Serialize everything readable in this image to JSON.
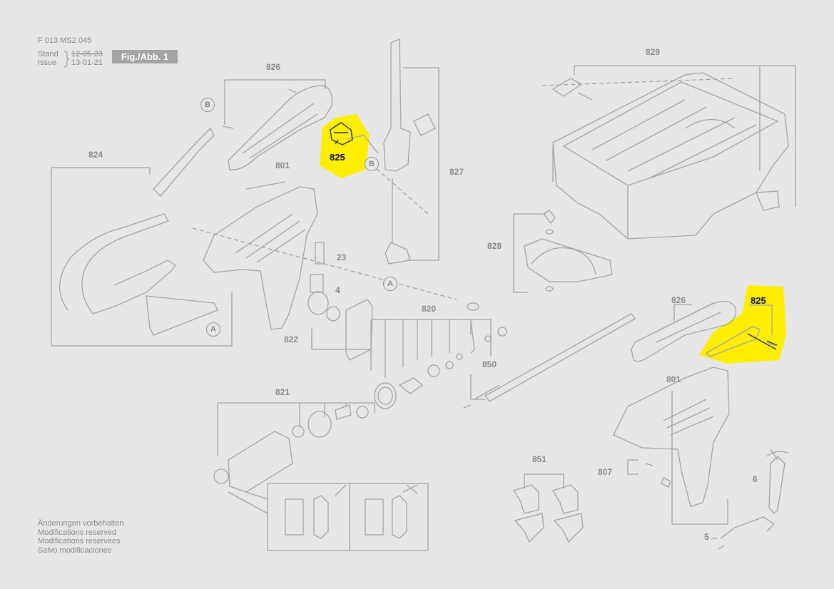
{
  "header": {
    "doc_number": "F 013 MS2 045",
    "stand_label": "Stand",
    "issue_label": "Issue",
    "stand_date": "12-05-23",
    "issue_date": "13-01-21",
    "figure_label": "Fig./Abb. 1"
  },
  "notes": [
    "Änderungen vorbehalten",
    "Modifications reserved",
    "Modifications reservees",
    "Salvo modificaciones"
  ],
  "parts": {
    "p829": "829",
    "p826a": "826",
    "p826b": "826",
    "p825a": "825",
    "p825b": "825",
    "p824": "824",
    "p801a": "801",
    "p801b": "801",
    "p827": "827",
    "p828": "828",
    "p23": "23",
    "p4": "4",
    "p822": "822",
    "p820": "820",
    "p850": "850",
    "p821": "821",
    "p851": "851",
    "p807": "807",
    "p6": "6",
    "p5": "5"
  },
  "refs": {
    "b1": "B",
    "b2": "B",
    "a1": "A",
    "a2": "A"
  },
  "colors": {
    "highlight": "#ffee00",
    "background": "#e6e6e6",
    "line": "#a0a0a0",
    "text": "#8a8a8a"
  }
}
